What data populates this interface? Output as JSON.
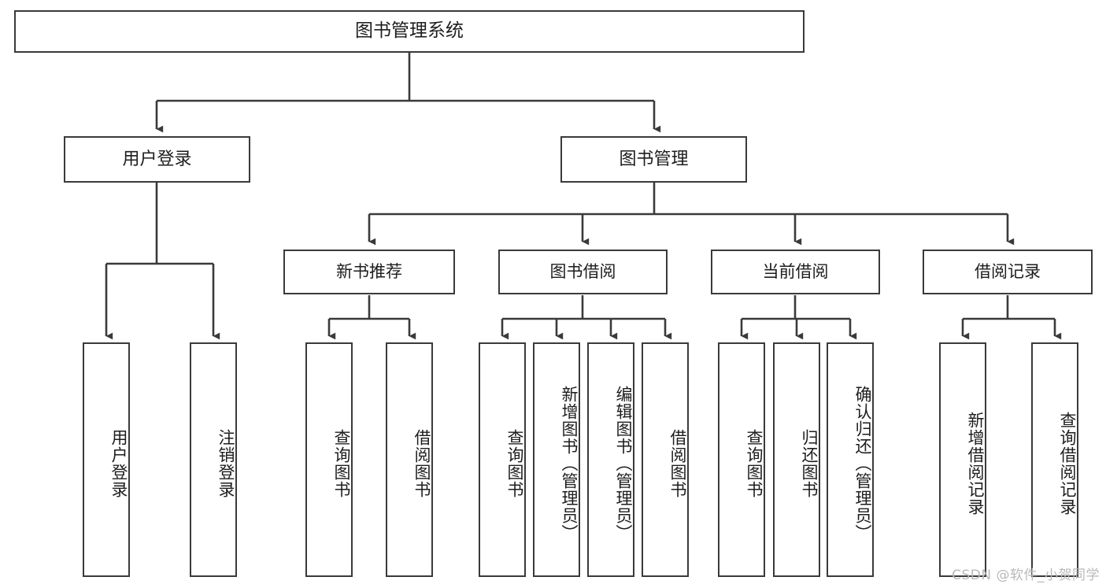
{
  "diagram": {
    "title": "图书管理系统",
    "watermark": "CSDN @软件_小贺同学",
    "colors": {
      "stroke": "#3a3a3a",
      "box_fill": "#ffffff",
      "text": "#1d1d1d",
      "watermark": "#b9b9b9",
      "background": "#ffffff"
    },
    "root": {
      "label": "图书管理系统"
    },
    "level2": [
      {
        "label": "用户登录"
      },
      {
        "label": "图书管理"
      }
    ],
    "level3": [
      {
        "label": "新书推荐"
      },
      {
        "label": "图书借阅"
      },
      {
        "label": "当前借阅"
      },
      {
        "label": "借阅记录"
      }
    ],
    "leaves": {
      "user_login": [
        {
          "label": "用户登录"
        },
        {
          "label": "注销登录"
        }
      ],
      "new_book_recommend": [
        {
          "label": "查询图书"
        },
        {
          "label": "借阅图书"
        }
      ],
      "book_borrow": [
        {
          "label": "查询图书"
        },
        {
          "label": "新增图书（管理员）"
        },
        {
          "label": "编辑图书（管理员）"
        },
        {
          "label": "借阅图书"
        }
      ],
      "current_borrow": [
        {
          "label": "查询图书"
        },
        {
          "label": "归还图书"
        },
        {
          "label": "确认归还（管理员）"
        }
      ],
      "borrow_record": [
        {
          "label": "新增借阅记录"
        },
        {
          "label": "查询借阅记录"
        }
      ]
    }
  }
}
